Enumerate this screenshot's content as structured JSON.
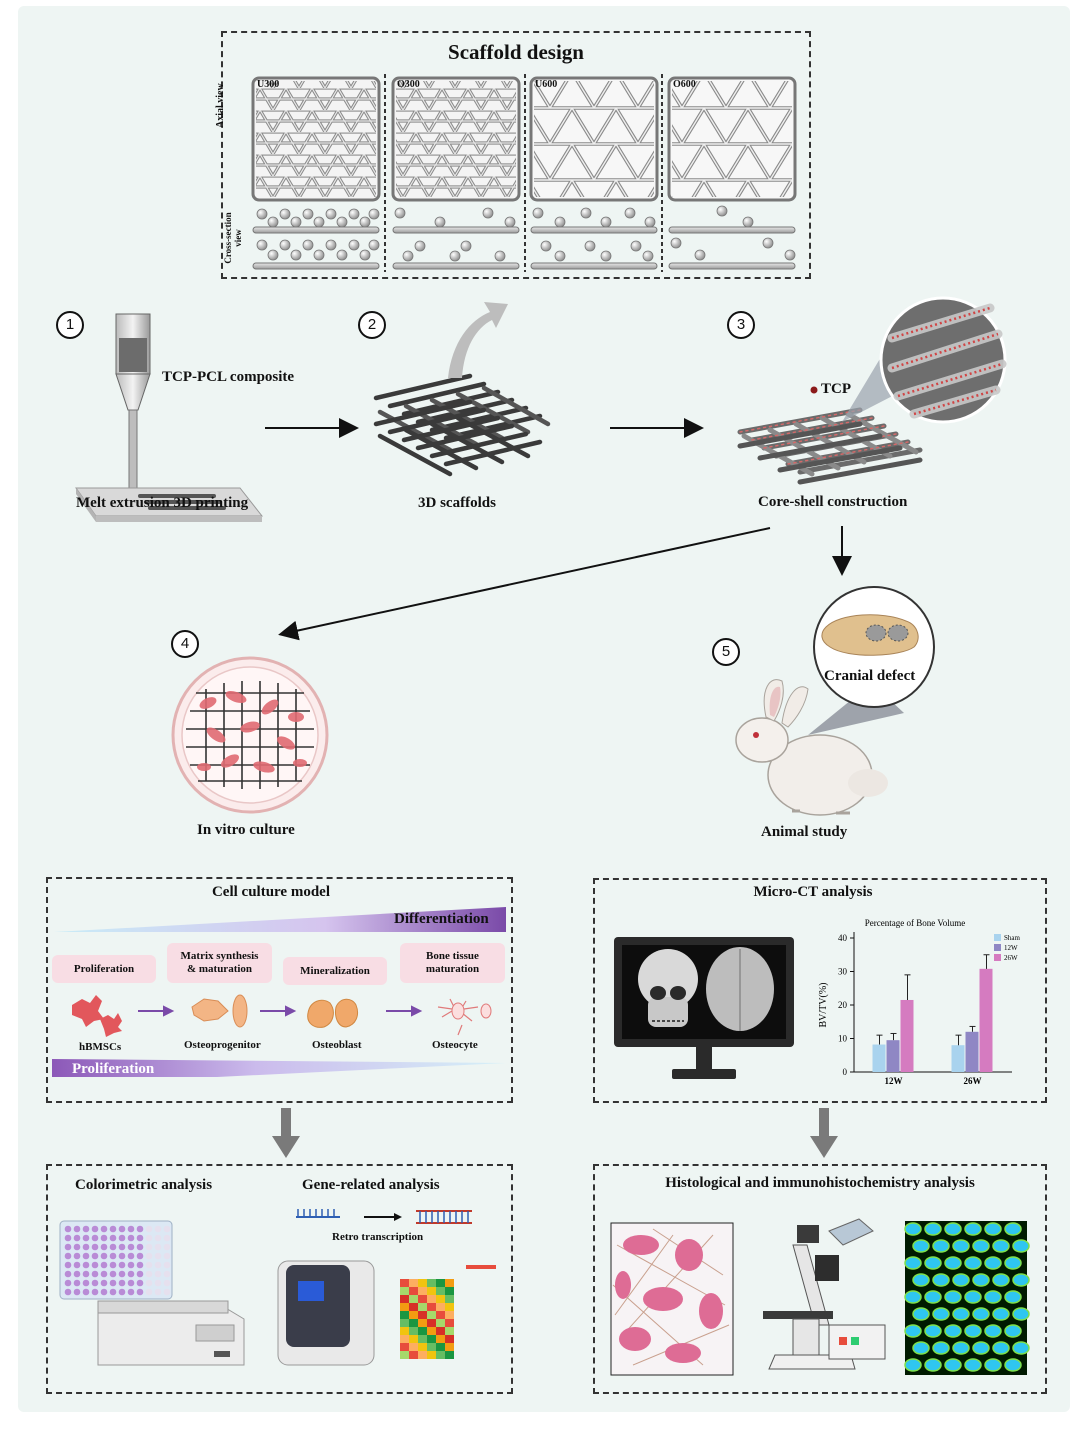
{
  "scaffold_design": {
    "title": "Scaffold design",
    "axial_view_label": "Axial view",
    "cross_section_label": "Cross-section view",
    "variants": [
      "U300",
      "O300",
      "U600",
      "O600"
    ]
  },
  "steps": {
    "s1": {
      "number": "1",
      "material": "TCP-PCL composite",
      "caption": "Melt extrusion 3D printing"
    },
    "s2": {
      "number": "2",
      "caption": "3D scaffolds"
    },
    "s3": {
      "number": "3",
      "marker": "TCP",
      "caption": "Core-shell construction"
    },
    "s4": {
      "number": "4",
      "caption": "In vitro culture"
    },
    "s5": {
      "number": "5",
      "inset": "Cranial defect",
      "caption": "Animal study"
    }
  },
  "cell_culture": {
    "title": "Cell culture model",
    "top_gradient": "Differentiation",
    "bottom_gradient": "Proliferation",
    "stages": [
      "Proliferation",
      "Matrix synthesis\n& maturation",
      "Mineralization",
      "Bone tissue\nmaturation"
    ],
    "cells": [
      "hBMSCs",
      "Osteoprogenitor",
      "Osteoblast",
      "Osteocyte"
    ]
  },
  "micro_ct": {
    "title": "Micro-CT analysis"
  },
  "chart_data": {
    "type": "bar",
    "title": "Percentage of Bone Volume",
    "ylabel": "BV/TV(%)",
    "xlabel": "",
    "categories": [
      "12W",
      "26W"
    ],
    "ylim": [
      0,
      40
    ],
    "yticks": [
      0,
      10,
      20,
      30,
      40
    ],
    "legend_position": "top-right",
    "series": [
      {
        "name": "Sham",
        "color": "#a9d3ee",
        "values": [
          8.2,
          8.0
        ],
        "errors": [
          2.8,
          3.0
        ]
      },
      {
        "name": "12W",
        "color": "#8f87c4",
        "values": [
          9.5,
          12.0
        ],
        "errors": [
          2.0,
          1.6
        ]
      },
      {
        "name": "26W",
        "color": "#d57bc0",
        "values": [
          21.5,
          30.8
        ],
        "errors": [
          7.5,
          4.2
        ]
      }
    ]
  },
  "analysis_left": {
    "colorimetric": "Colorimetric analysis",
    "gene": "Gene-related analysis",
    "retro": "Retro transcription"
  },
  "analysis_right": {
    "title": "Histological and immunohistochemistry analysis"
  }
}
